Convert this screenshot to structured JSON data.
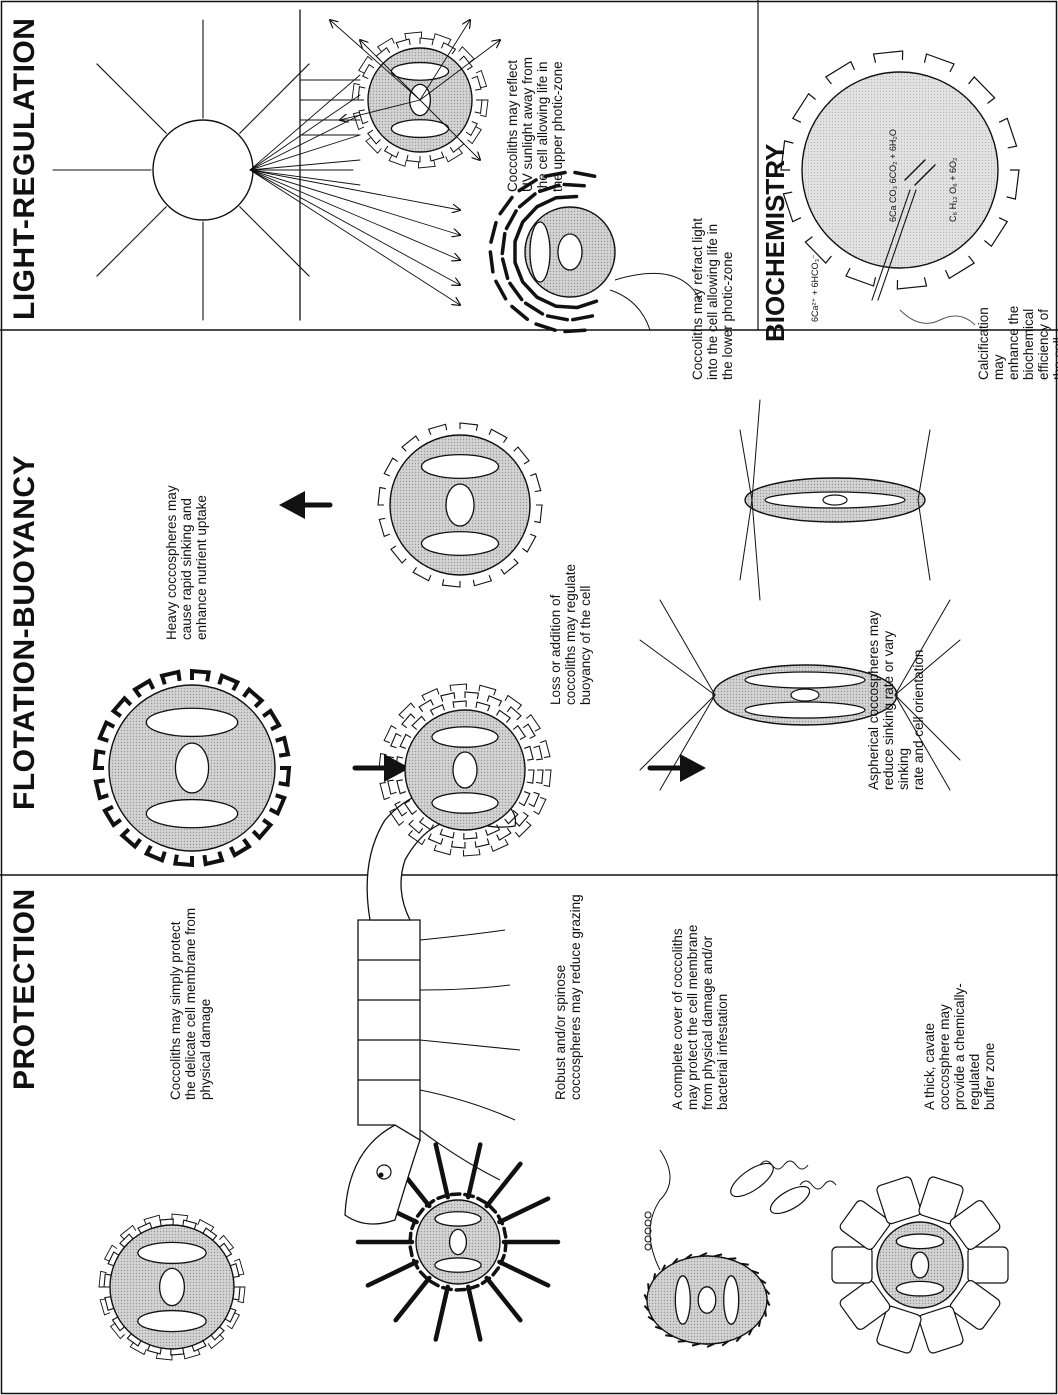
{
  "panels": {
    "protection": {
      "title": "PROTECTION",
      "captions": [
        "Coccoliths may simply protect\nthe delicate cell membrane from\nphysical damage",
        "Robust and/or spinose\ncoccospheres may reduce grazing",
        "A complete cover of coccoliths\nmay protect the cell membrane\nfrom physical damage and/or\nbacterial infestation",
        "A thick, cavate coccosphere may\nprovide a chemically-regulated\nbuffer zone"
      ]
    },
    "flotation": {
      "title": "FLOTATION-BUOYANCY",
      "captions": [
        "Heavy coccospheres may\ncause rapid sinking and\nenhance nutrient uptake",
        "Loss or addition of\ncoccoliths may regulate\nbuoyancy of the cell",
        "Aspherical coccospheres may\nreduce sinking rate or vary sinking\nrate and cell orientation"
      ]
    },
    "light": {
      "title": "LIGHT-REGULATION",
      "captions": [
        "Coccoliths may reflect\nUV sunlight away from\nthe cell allowing life in\nthe upper photic-zone",
        "Coccoliths may refract light\ninto the cell allowing life in\nthe lower photic-zone"
      ]
    },
    "biochemistry": {
      "title": "BIOCHEMISTRY",
      "caption": "Calcification may\nenhance the\nbiochemical\nefficiency of the cell",
      "eq_left": "6Ca²⁺ + 6HCO₃⁻",
      "eq_top": "6Ca CO₃ 6CO₂ + 6H₂O",
      "eq_bottom": "C₆ H₁₂ O₆ + 6O₂"
    }
  }
}
